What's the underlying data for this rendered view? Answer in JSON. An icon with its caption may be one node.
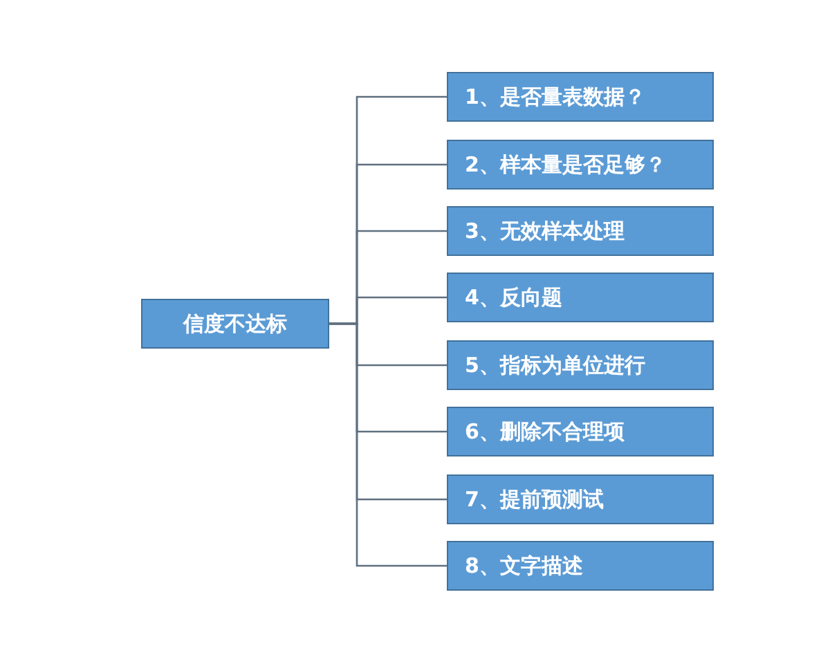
{
  "diagram": {
    "nodes": [
      {
        "text": [
          "信度不达标"
        ]
      },
      {
        "text": [
          "1、是否量表数据？"
        ]
      },
      {
        "text": [
          "2、样本量是否足够？"
        ]
      },
      {
        "text": [
          "3、无效样本处理"
        ]
      },
      {
        "text": [
          "4、反向题"
        ]
      },
      {
        "text": [
          "5、指标为单位进行"
        ]
      },
      {
        "text": [
          "6、删除不合理项"
        ]
      },
      {
        "text": [
          "7、提前预测试"
        ]
      },
      {
        "text": [
          "8、文字描述"
        ]
      }
    ],
    "edges": [
      {
        "from": 0,
        "to": 1,
        "arrow": "none"
      },
      {
        "from": 0,
        "to": 2,
        "arrow": "none"
      },
      {
        "from": 0,
        "to": 3,
        "arrow": "none"
      },
      {
        "from": 0,
        "to": 4,
        "arrow": "none"
      },
      {
        "from": 0,
        "to": 5,
        "arrow": "none"
      },
      {
        "from": 0,
        "to": 6,
        "arrow": "none"
      },
      {
        "from": 0,
        "to": 7,
        "arrow": "none"
      },
      {
        "from": 0,
        "to": 8,
        "arrow": "none"
      }
    ]
  }
}
